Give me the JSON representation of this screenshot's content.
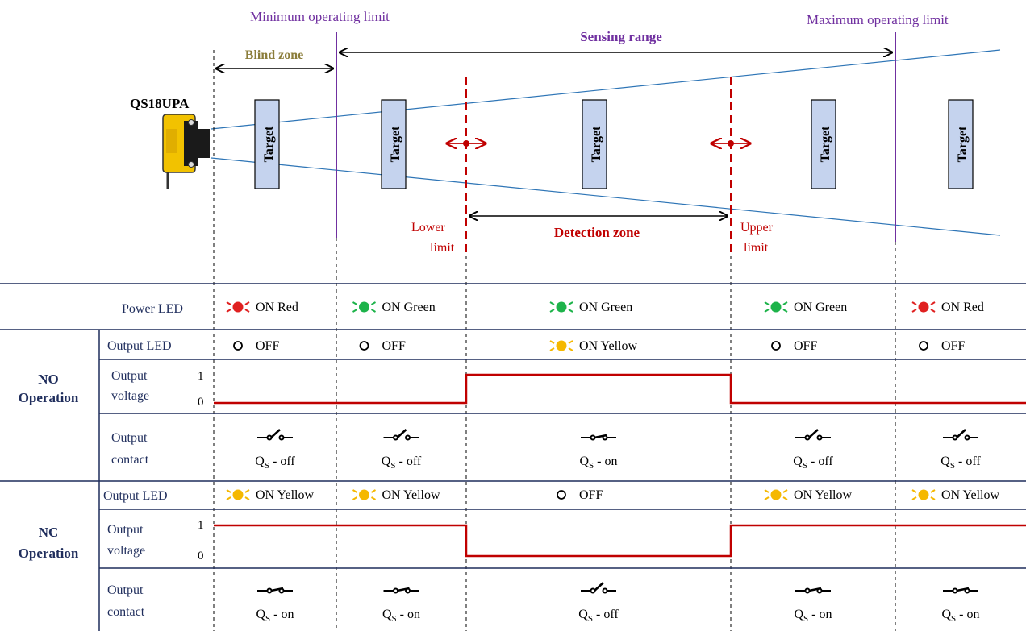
{
  "top": {
    "min_limit": "Minimum operating limit",
    "max_limit": "Maximum operating limit",
    "sensing_range": "Sensing range",
    "blind_zone": "Blind zone",
    "sensor": "QS18UPA",
    "target": "Target",
    "lower_limit": [
      "Lower",
      "limit"
    ],
    "upper_limit": [
      "Upper",
      "limit"
    ],
    "detection_zone": "Detection zone"
  },
  "table": {
    "power_led_label": "Power LED",
    "power_led": [
      {
        "color": "red",
        "text": "ON Red"
      },
      {
        "color": "green",
        "text": "ON Green"
      },
      {
        "color": "green",
        "text": "ON Green"
      },
      {
        "color": "green",
        "text": "ON Green"
      },
      {
        "color": "red",
        "text": "ON Red"
      }
    ],
    "no": {
      "title": [
        "NO",
        "Operation"
      ],
      "output_led_label": "Output LED",
      "output_led": [
        {
          "color": "off",
          "text": "OFF"
        },
        {
          "color": "off",
          "text": "OFF"
        },
        {
          "color": "yellow",
          "text": "ON Yellow"
        },
        {
          "color": "off",
          "text": "OFF"
        },
        {
          "color": "off",
          "text": "OFF"
        }
      ],
      "voltage_label": [
        "Output",
        "voltage"
      ],
      "voltage_levels": [
        0,
        0,
        1,
        0,
        0
      ],
      "contact_label": [
        "Output",
        "contact"
      ],
      "contact": [
        "off",
        "off",
        "on",
        "off",
        "off"
      ]
    },
    "nc": {
      "title": [
        "NC",
        "Operation"
      ],
      "output_led_label": "Output LED",
      "output_led": [
        {
          "color": "yellow",
          "text": "ON Yellow"
        },
        {
          "color": "yellow",
          "text": "ON Yellow"
        },
        {
          "color": "off",
          "text": "OFF"
        },
        {
          "color": "yellow",
          "text": "ON Yellow"
        },
        {
          "color": "yellow",
          "text": "ON Yellow"
        }
      ],
      "voltage_label": [
        "Output",
        "voltage"
      ],
      "voltage_levels": [
        1,
        1,
        0,
        1,
        1
      ],
      "contact_label": [
        "Output",
        "contact"
      ],
      "contact": [
        "on",
        "on",
        "off",
        "on",
        "on"
      ]
    },
    "level_high": "1",
    "level_low": "0",
    "contact_symbol": "Q",
    "contact_sub": "S",
    "contact_on": " - on",
    "contact_off": " - off"
  },
  "colors": {
    "purple": "#7030A0",
    "red_line": "#C00000",
    "navy": "#1F2D5C",
    "beam": "#2E75B6",
    "target_fill": "#C5D3EE",
    "blind": "#8B7D3A",
    "led_red": "#E02020",
    "led_green": "#1DB34A",
    "led_yellow": "#F5B800"
  }
}
